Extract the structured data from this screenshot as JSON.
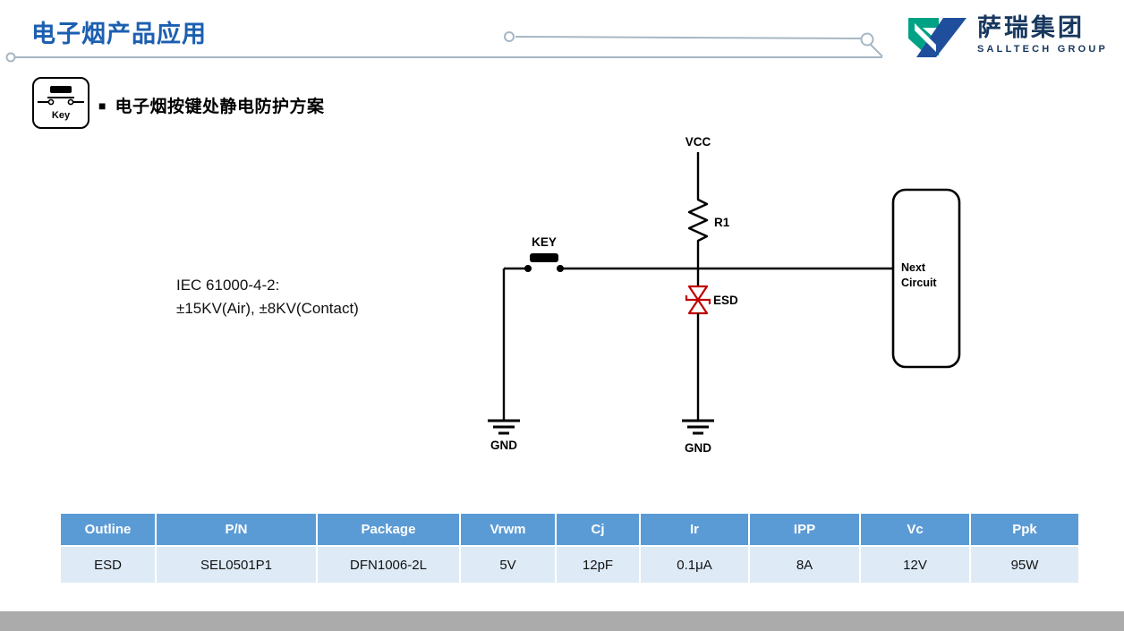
{
  "header": {
    "title": "电子烟产品应用",
    "logo": {
      "name": "萨瑞集团",
      "subtitle": "SALLTECH GROUP"
    }
  },
  "section": {
    "bullet": "■",
    "heading": "电子烟按键处静电防护方案",
    "key_icon_label": "Key"
  },
  "standard_note": {
    "line1": "IEC 61000-4-2:",
    "line2": "±15KV(Air), ±8KV(Contact)"
  },
  "circuit": {
    "vcc": "VCC",
    "r1": "R1",
    "key": "KEY",
    "esd": "ESD",
    "gnd_left": "GND",
    "gnd_right": "GND",
    "next_circuit_line1": "Next",
    "next_circuit_line2": "Circuit"
  },
  "table": {
    "headers": [
      "Outline",
      "P/N",
      "Package",
      "Vrwm",
      "Cj",
      "Ir",
      "IPP",
      "Vc",
      "Ppk"
    ],
    "rows": [
      [
        "ESD",
        "SEL0501P1",
        "DFN1006-2L",
        "5V",
        "12pF",
        "0.1μA",
        "8A",
        "12V",
        "95W"
      ]
    ]
  },
  "colors": {
    "title_blue": "#1C5FB0",
    "logo_navy": "#17375E",
    "logo_teal": "#00A285",
    "logo_blue": "#1F4E9C",
    "table_header_bg": "#5B9BD5",
    "table_row_bg": "#DEEBF7",
    "esd_red": "#C00000",
    "footer_gray": "#ABABAB",
    "deco_gray": "#A6B7C4"
  }
}
